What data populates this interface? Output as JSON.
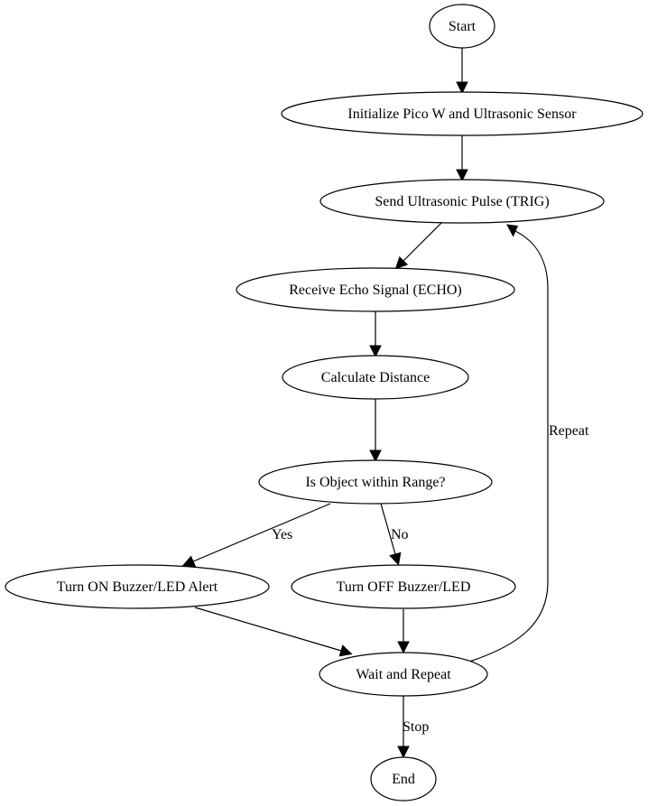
{
  "diagram": {
    "nodes": {
      "start": "Start",
      "init": "Initialize Pico W and Ultrasonic Sensor",
      "trig": "Send Ultrasonic Pulse (TRIG)",
      "echo": "Receive Echo Signal (ECHO)",
      "calc": "Calculate Distance",
      "range": "Is Object within Range?",
      "alert_on": "Turn ON Buzzer/LED Alert",
      "alert_off": "Turn OFF Buzzer/LED",
      "wait": "Wait and Repeat",
      "end": "End"
    },
    "edges": {
      "yes": "Yes",
      "no": "No",
      "repeat": "Repeat",
      "stop": "Stop"
    }
  }
}
